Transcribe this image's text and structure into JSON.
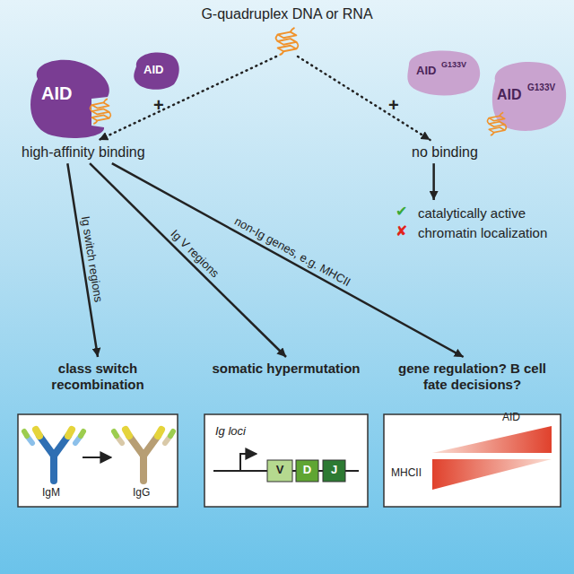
{
  "diagram": {
    "nodes": [
      {
        "text": [
          "G-quadruplex DNA or RNA"
        ]
      },
      {
        "text": [
          "high-affinity binding"
        ]
      },
      {
        "text": [
          "no binding"
        ]
      },
      {
        "text": [
          "catalytically active",
          "chromatin localization"
        ]
      },
      {
        "text": [
          "class switch recombination"
        ]
      },
      {
        "text": [
          "somatic hypermutation"
        ]
      },
      {
        "text": [
          "gene regulation? B cell fate decisions?"
        ]
      }
    ],
    "edges": [
      {
        "from": 0,
        "to": 1,
        "arrow": "to"
      },
      {
        "from": 0,
        "to": 2,
        "arrow": "to"
      },
      {
        "from": 2,
        "to": 3,
        "arrow": "to"
      },
      {
        "from": 1,
        "to": 4,
        "label": "Ig switch regions",
        "arrow": "to"
      },
      {
        "from": 1,
        "to": 5,
        "label": "Ig V regions",
        "arrow": "to"
      },
      {
        "from": 1,
        "to": 6,
        "label": "non-Ig genes, e.g. MHCII",
        "arrow": "to"
      }
    ],
    "labels": [
      "AID",
      "AID",
      "+",
      "+",
      "AID",
      "G133V",
      "AID",
      "G133V",
      "✔",
      "✘",
      "IgM",
      "IgG",
      "Ig loci",
      "V",
      "D",
      "J",
      "MHCII",
      "AID"
    ]
  }
}
